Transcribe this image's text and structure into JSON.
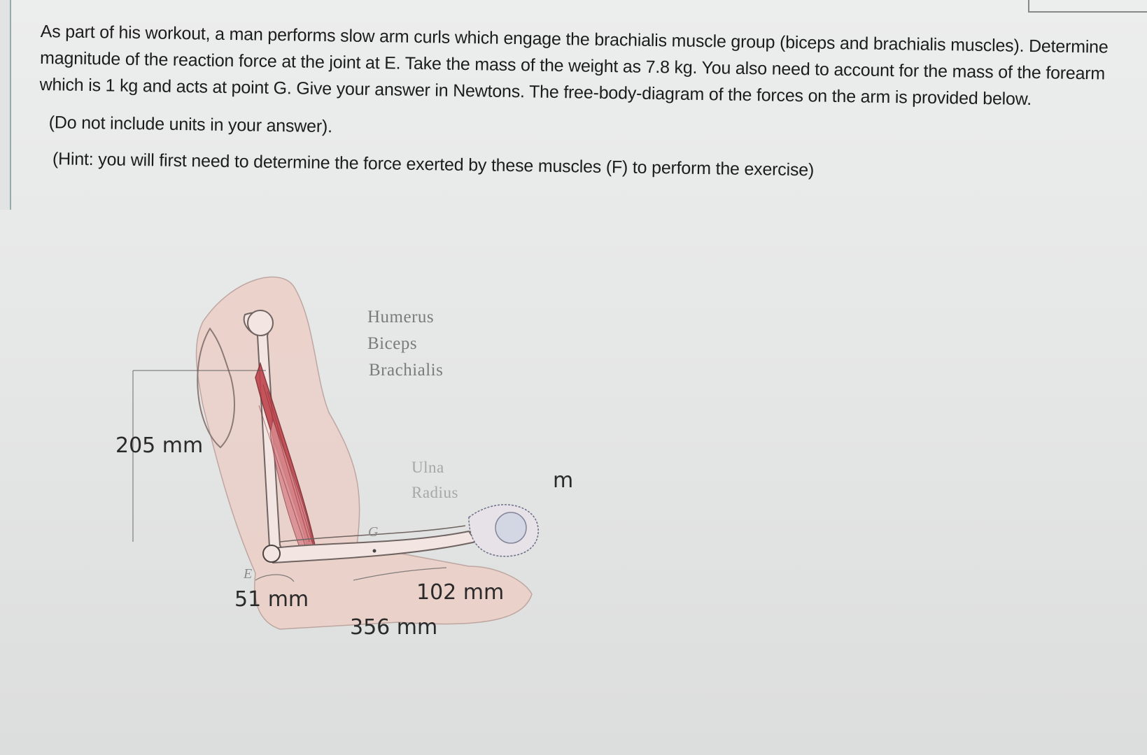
{
  "question": {
    "paragraph": "As part of his workout, a man performs slow arm curls which engage the brachialis muscle group (biceps and brachialis muscles). Determine magnitude of the reaction force at the joint at E. Take the mass of the weight as 7.8 kg. You also need to account for the mass of the forearm which is 1 kg and acts at point G. Give your answer in Newtons. The free-body-diagram of the forces on the arm is provided below.",
    "note": "(Do not include units in your answer).",
    "hint": "(Hint: you will first need to determine the force exerted by these muscles (F) to perform the exercise)"
  },
  "figure": {
    "labels": {
      "humerus": "Humerus",
      "biceps": "Biceps",
      "brachialis": "Brachialis",
      "ulna": "Ulna",
      "radius": "Radius",
      "mass": "m",
      "point_e": "E",
      "point_g": "G"
    },
    "dimensions": {
      "upper_arm": "205 mm",
      "elbow_to_muscle": "51 mm",
      "g_to_weight": "102 mm",
      "elbow_to_weight": "356 mm"
    }
  },
  "colors": {
    "muscle": "#c0454d",
    "skin": "#ecd0c8",
    "text": "#1c1c1c"
  }
}
